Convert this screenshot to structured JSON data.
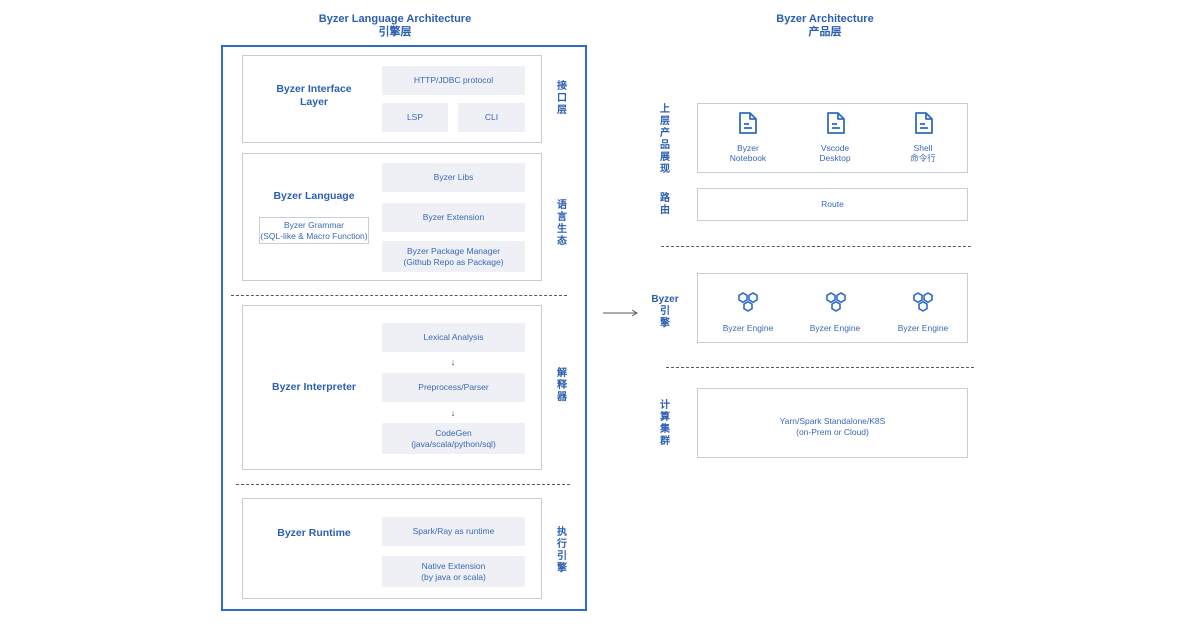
{
  "left": {
    "title": "Byzer Language Architecture",
    "subtitle": "引擎层",
    "layers": [
      {
        "title": "Byzer Interface Layer",
        "chips": [
          "HTTP/JDBC protocol",
          "LSP",
          "CLI"
        ],
        "side_label": "接口层"
      },
      {
        "title": "Byzer Language",
        "grammar": "Byzer Grammar\n(SQL-like & Macro Function)",
        "chips": [
          "Byzer Libs",
          "Byzer Extension",
          "Byzer Package Manager\n(Github Repo as Package)"
        ],
        "side_label": "语言生态"
      },
      {
        "title": "Byzer Interpreter",
        "chips": [
          "Lexical Analysis",
          "Preprocess/Parser",
          "CodeGen\n(java/scala/python/sql)"
        ],
        "side_label": "解释器"
      },
      {
        "title": "Byzer Runtime",
        "chips": [
          "Spark/Ray as runtime",
          "Native Extension\n(by java or scala)"
        ],
        "side_label": "执行引擎"
      }
    ]
  },
  "right": {
    "title": "Byzer Architecture",
    "subtitle": "产品层",
    "rows": [
      {
        "label": "上层产品展现",
        "items": [
          {
            "label": "Byzer\nNotebook",
            "icon": "document-icon"
          },
          {
            "label": "Vscode\nDesktop",
            "icon": "document-icon"
          },
          {
            "label": "Shell\n命令行",
            "icon": "document-icon"
          }
        ]
      },
      {
        "label": "路由",
        "text": "Route"
      },
      {
        "label_top": "Byzer",
        "label": "引擎",
        "items": [
          {
            "label": "Byzer Engine",
            "icon": "engine-hexagons-icon"
          },
          {
            "label": "Byzer Engine",
            "icon": "engine-hexagons-icon"
          },
          {
            "label": "Byzer Engine",
            "icon": "engine-hexagons-icon"
          }
        ]
      },
      {
        "label": "计算集群",
        "text": "Yarn/Spark Standalone/K8S\n(on-Prem or Cloud)"
      }
    ]
  },
  "colors": {
    "primary": "#2b5fb4",
    "border": "#2f6cc4",
    "chip_bg": "#eef0f5",
    "box_border": "#c9ccd2"
  }
}
